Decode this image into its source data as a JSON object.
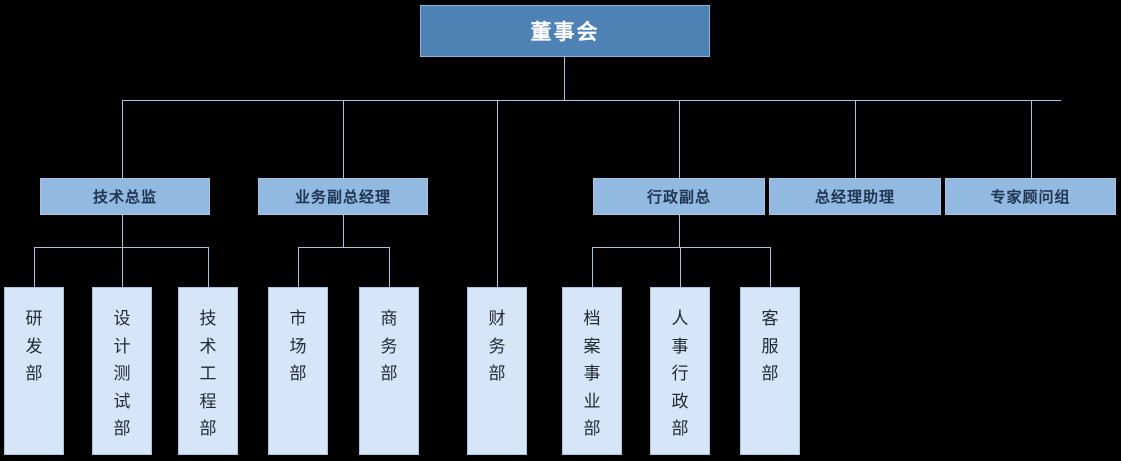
{
  "chart_title": "",
  "colors": {
    "level1_fill": "#4E81B4",
    "level1_text": "#FFFFFF",
    "level2_fill": "#92B9DF",
    "level2_text": "#1F3552",
    "level3_fill": "#D6E5F7",
    "level3_text": "#222A33",
    "connector": "#A8C4E0",
    "background": "#000000"
  },
  "org": {
    "root": {
      "label": "董事会"
    },
    "level2": [
      {
        "label": "技术总监"
      },
      {
        "label": "业务副总经理"
      },
      {
        "label": "行政副总"
      },
      {
        "label": "总经理助理"
      },
      {
        "label": "专家顾问组"
      }
    ],
    "level3": [
      {
        "label": "研发部",
        "parent": "技术总监"
      },
      {
        "label": "设计测试部",
        "parent": "技术总监"
      },
      {
        "label": "技术工程部",
        "parent": "技术总监"
      },
      {
        "label": "市场部",
        "parent": "业务副总经理"
      },
      {
        "label": "商务部",
        "parent": "业务副总经理"
      },
      {
        "label": "财务部",
        "parent": "董事会"
      },
      {
        "label": "档案事业部",
        "parent": "行政副总"
      },
      {
        "label": "人事行政部",
        "parent": "行政副总"
      },
      {
        "label": "客服部",
        "parent": "行政副总"
      }
    ]
  }
}
